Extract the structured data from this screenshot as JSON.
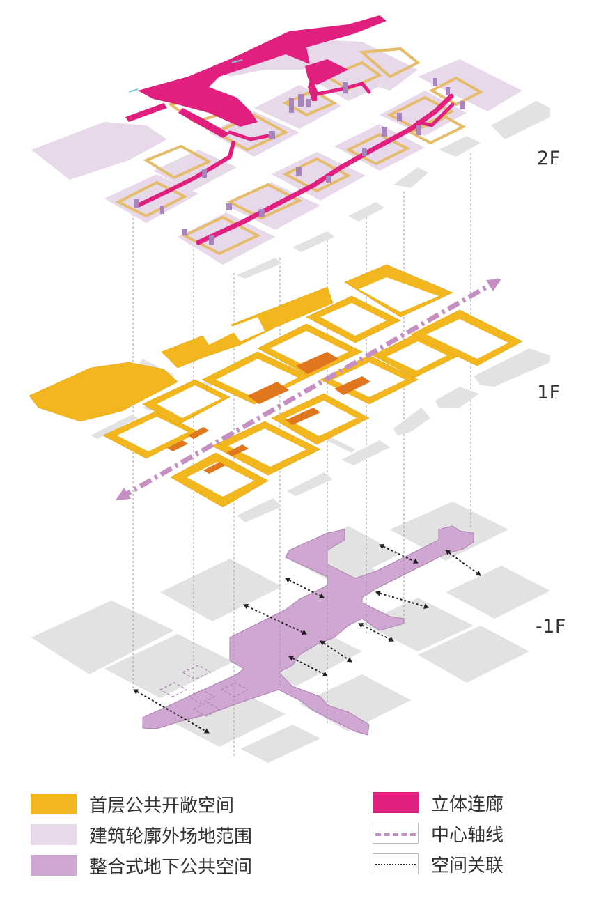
{
  "floors": [
    {
      "id": "2f",
      "label": "2F"
    },
    {
      "id": "1f",
      "label": "1F"
    },
    {
      "id": "b1",
      "label": "-1F"
    }
  ],
  "legend": [
    {
      "id": "ground-public-space",
      "label": "首层公共开敞空间",
      "color": "#f2b71f"
    },
    {
      "id": "outline-site-range",
      "label": "建筑轮廓外场地范围",
      "color": "#e8d9ea"
    },
    {
      "id": "underground-public-space",
      "label": "整合式地下公共空间",
      "color": "#cfa7d2"
    },
    {
      "id": "corridor",
      "label": "立体连廊",
      "color": "#e01f7f"
    },
    {
      "id": "central-axis",
      "label": "中心轴线",
      "color": "#c68fc4"
    },
    {
      "id": "spatial-link",
      "label": "空间关联",
      "color": "#222222"
    }
  ],
  "colors": {
    "ground_orange": "#f2b71f",
    "ground_dark": "#e0761d",
    "site_lilac": "#e8d9ea",
    "underground": "#cfa7d2",
    "corridor": "#e01f7f",
    "block_grey": "#e2e2e2",
    "axis": "#c68fc4"
  }
}
